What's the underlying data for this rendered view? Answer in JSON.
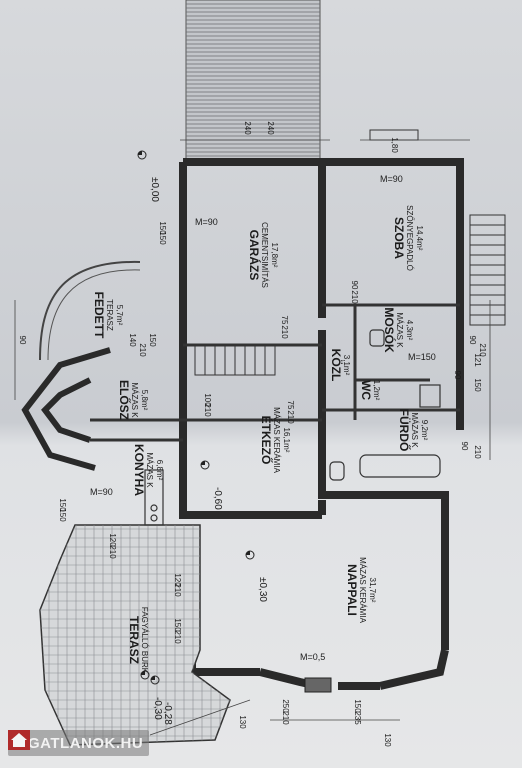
{
  "rooms": [
    {
      "id": "garazs",
      "name": "GARÁZS",
      "lines": [
        "CEMENTSIMÍTÁS",
        "17,8m²"
      ]
    },
    {
      "id": "szoba",
      "name": "SZOBA",
      "lines": [
        "SZŐNYEGPADLÓ",
        "14,4m²"
      ]
    },
    {
      "id": "moso",
      "name": "MOSÓK",
      "lines": [
        "MÁZAS K",
        "4,3m²"
      ]
    },
    {
      "id": "kozl",
      "name": "KÖZL",
      "lines": [
        "3,1m²"
      ]
    },
    {
      "id": "wc",
      "name": "WC",
      "lines": [
        "1,2m²"
      ]
    },
    {
      "id": "furdo",
      "name": "FÜRDŐ",
      "lines": [
        "MÁZAS K",
        "9,2m²"
      ]
    },
    {
      "id": "fedett",
      "name": "FEDETT",
      "lines": [
        "TERASZ",
        "5,7m²"
      ]
    },
    {
      "id": "eloter",
      "name": "ELŐSZ",
      "lines": [
        "MÁZAS K",
        "5,8m²"
      ]
    },
    {
      "id": "etkezo",
      "name": "ÉTKEZŐ",
      "lines": [
        "MÁZAS KERÁMIA",
        "16,1m²"
      ]
    },
    {
      "id": "konyha",
      "name": "KONYHA",
      "lines": [
        "MÁZAS K",
        "6,8m²"
      ]
    },
    {
      "id": "nappali",
      "name": "NAPPALI",
      "lines": [
        "MÁZAS KERÁMIA",
        "31,7m²"
      ]
    },
    {
      "id": "terasz",
      "name": "TERASZ",
      "lines": [
        "FAGYÁLLÓ BURK"
      ]
    }
  ],
  "levels": [
    "±0,00",
    "-0,60",
    "±0,30",
    "-0,30",
    "-0,28"
  ],
  "parapets": [
    "M=90",
    "M=90",
    "M=90",
    "M=0,5",
    "M=150"
  ],
  "dimensions": [
    "240",
    "240",
    "150",
    "150",
    "1,80",
    "150",
    "140",
    "210",
    "75",
    "210",
    "100",
    "210",
    "75",
    "210",
    "90",
    "210",
    "90",
    "210",
    "121",
    "90",
    "150",
    "90",
    "210",
    "150",
    "150",
    "120",
    "210",
    "120",
    "210",
    "150",
    "210",
    "250",
    "210",
    "150",
    "235",
    "130",
    "130",
    "90"
  ],
  "watermark": {
    "text": "INGATLANOK.HU",
    "icon": "house-icon"
  }
}
